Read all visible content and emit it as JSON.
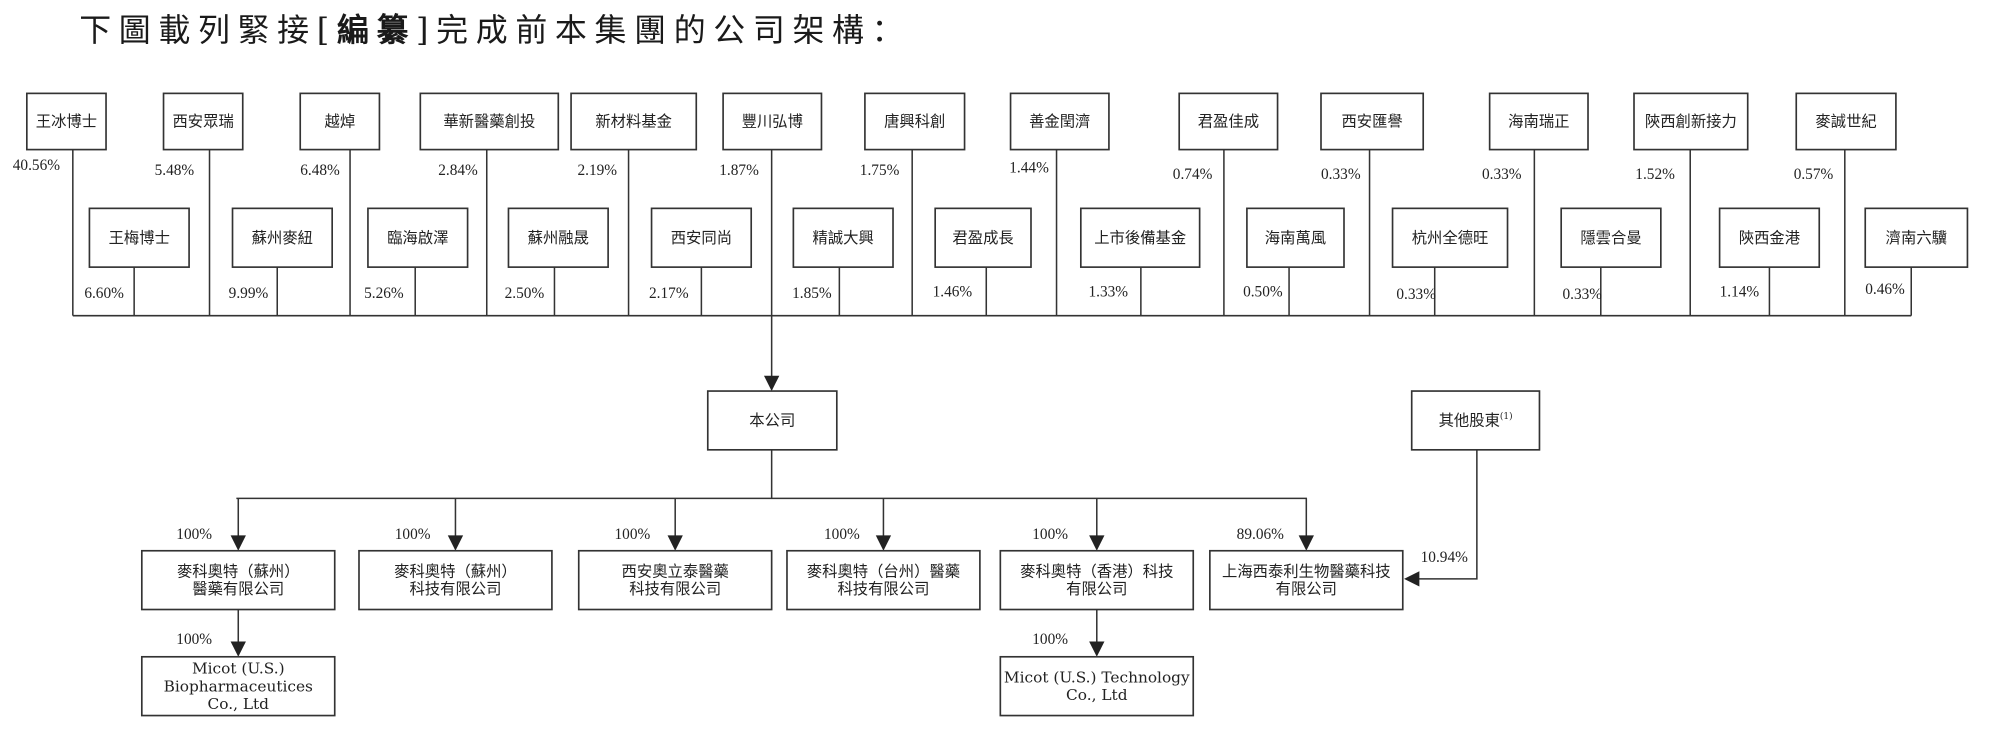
{
  "title": {
    "before": "下圖載列緊接",
    "bracket_open": "[",
    "bold": "編纂",
    "bracket_close": "]",
    "after": "完成前本集團的公司架構："
  },
  "top_row": [
    {
      "name": "王冰博士",
      "pct": "40.56%"
    },
    {
      "name": "西安眾瑞",
      "pct": "5.48%"
    },
    {
      "name": "越焯",
      "pct": "6.48%"
    },
    {
      "name": "華新醫藥創投",
      "pct": "2.84%"
    },
    {
      "name": "新材料基金",
      "pct": "2.19%"
    },
    {
      "name": "豐川弘博",
      "pct": "1.87%"
    },
    {
      "name": "唐興科創",
      "pct": "1.75%"
    },
    {
      "name": "善金閏濟",
      "pct": "1.44%"
    },
    {
      "name": "君盈佳成",
      "pct": "0.74%"
    },
    {
      "name": "西安匯譽",
      "pct": "0.33%"
    },
    {
      "name": "海南瑞正",
      "pct": "0.33%"
    },
    {
      "name": "陝西創新接力",
      "pct": "1.52%"
    },
    {
      "name": "麥誠世紀",
      "pct": "0.57%"
    }
  ],
  "second_row": [
    {
      "name": "王梅博士",
      "pct": "6.60%"
    },
    {
      "name": "蘇州麥紐",
      "pct": "9.99%"
    },
    {
      "name": "臨海啟澤",
      "pct": "5.26%"
    },
    {
      "name": "蘇州融晟",
      "pct": "2.50%"
    },
    {
      "name": "西安同尚",
      "pct": "2.17%"
    },
    {
      "name": "精誠大興",
      "pct": "1.85%"
    },
    {
      "name": "君盈成長",
      "pct": "1.46%"
    },
    {
      "name": "上市後備基金",
      "pct": "1.33%"
    },
    {
      "name": "海南萬風",
      "pct": "0.50%"
    },
    {
      "name": "杭州全德旺",
      "pct": "0.33%"
    },
    {
      "name": "隱雲合曼",
      "pct": "0.33%"
    },
    {
      "name": "陝西金港",
      "pct": "1.14%"
    },
    {
      "name": "濟南六驥",
      "pct": "0.46%"
    }
  ],
  "company": {
    "name": "本公司"
  },
  "other_shareholders": {
    "name": "其他股東",
    "note": "(1)",
    "pct": "10.94%"
  },
  "subsidiaries": [
    {
      "lines": [
        "麥科奧特（蘇州）",
        "醫藥有限公司"
      ],
      "pct": "100%"
    },
    {
      "lines": [
        "麥科奧特（蘇州）",
        "科技有限公司"
      ],
      "pct": "100%"
    },
    {
      "lines": [
        "西安奧立泰醫藥",
        "科技有限公司"
      ],
      "pct": "100%"
    },
    {
      "lines": [
        "麥科奧特（台州）醫藥",
        "科技有限公司"
      ],
      "pct": "100%"
    },
    {
      "lines": [
        "麥科奧特（香港）科技",
        "有限公司"
      ],
      "pct": "100%"
    },
    {
      "lines": [
        "上海西泰利生物醫藥科技",
        "有限公司"
      ],
      "pct": "89.06%"
    }
  ],
  "sub_subsidiaries": [
    {
      "lines": [
        "Micot (U.S.)",
        "Biopharmaceutices",
        "Co., Ltd"
      ],
      "pct": "100%"
    },
    {
      "lines": [
        "Micot (U.S.) Technology",
        "Co., Ltd"
      ],
      "pct": "100%"
    }
  ]
}
